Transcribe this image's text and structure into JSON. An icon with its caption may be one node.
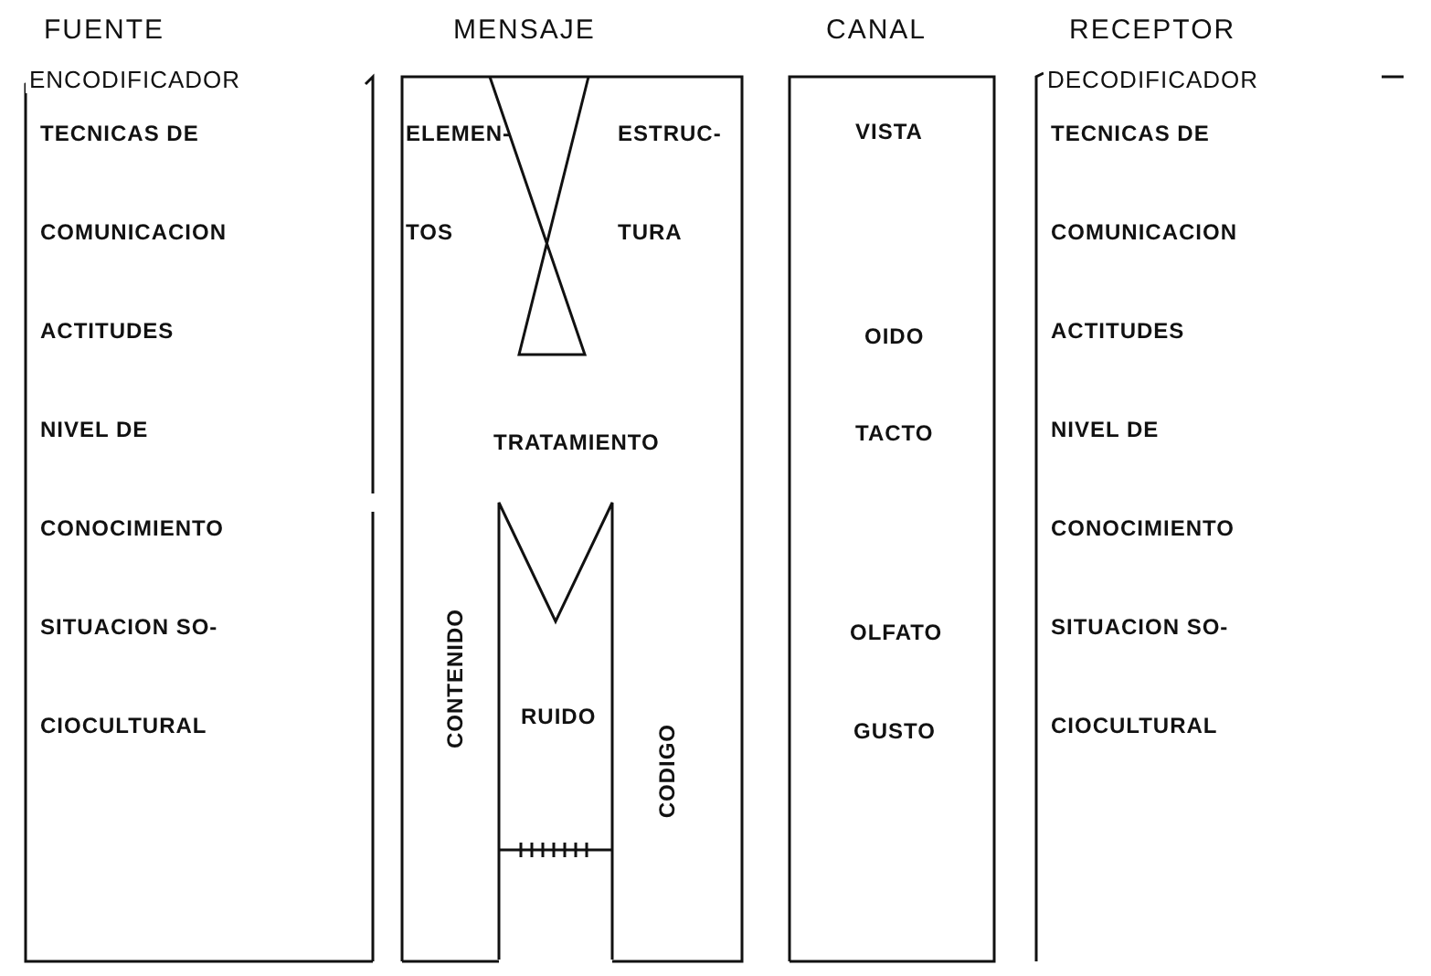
{
  "diagram": {
    "nodes": [
      {
        "text": [
          "FUENTE",
          "ENCODIFICADOR",
          "TECNICAS DE COMUNICACION",
          "ACTITUDES",
          "NIVEL DE CONOCIMIENTO",
          "SITUACION SO- CIOCULTURAL"
        ]
      },
      {
        "text": [
          "MENSAJE",
          "ELEMEN- TOS",
          "ESTRUC- TURA",
          "TRATAMIENTO",
          "CONTENIDO",
          "CODIGO"
        ]
      },
      {
        "text": [
          "RUIDO"
        ],
        "in": 1
      },
      {
        "text": [
          "CANAL",
          "VISTA",
          "OIDO",
          "TACTO",
          "OLFATO",
          "GUSTO"
        ]
      },
      {
        "text": [
          "RECEPTOR",
          "DECODIFICADOR",
          "TECNICAS DE COMUNICACION",
          "ACTITUDES",
          "NIVEL DE CONOCIMIENTO",
          "SITUACION SO- CIOCULTURAL"
        ]
      }
    ]
  }
}
